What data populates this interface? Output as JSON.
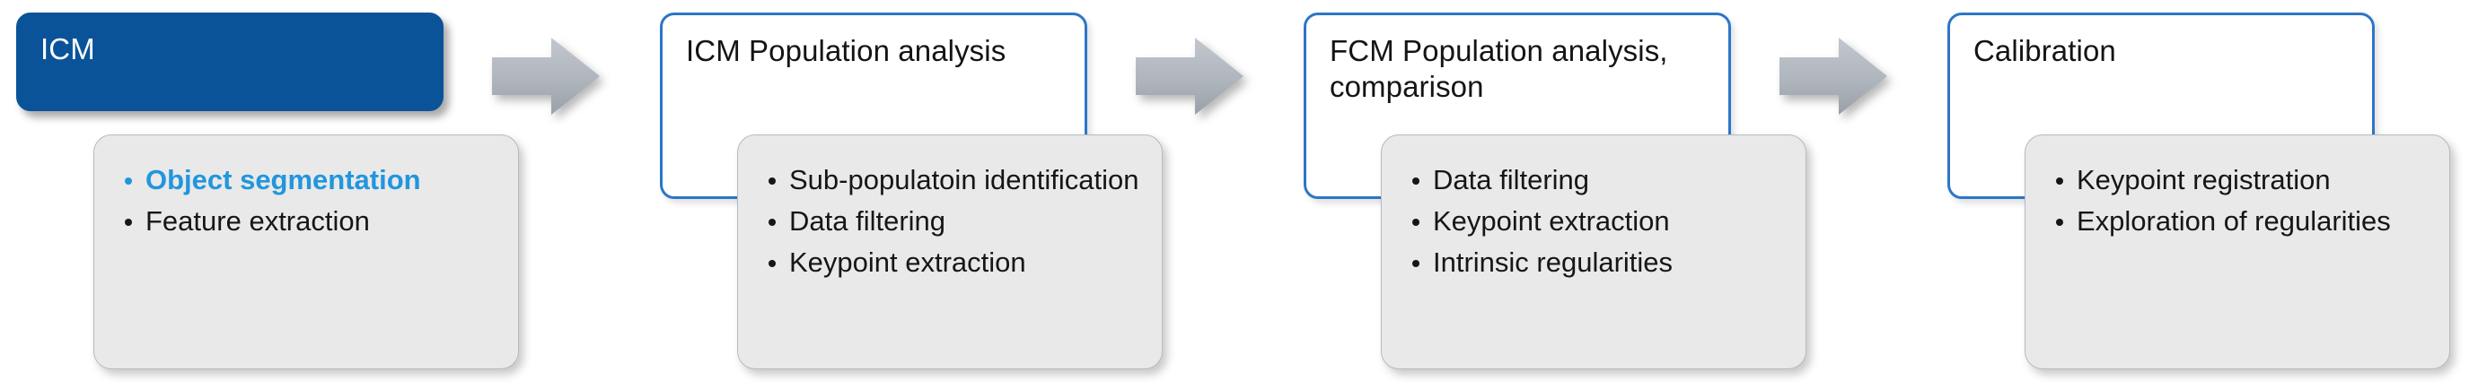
{
  "diagram": {
    "type": "workflow-pipeline",
    "title": "",
    "accent_blue": "#2196DD",
    "header_fill_blue": "#0B5399",
    "header_outline_blue": "#2E75C8",
    "card_gray": "#E9E9E9",
    "arrow_gray": "#AFB5BD",
    "arrow_icon": "right-block-arrow-icon",
    "stages": [
      {
        "id": "icm",
        "title": "ICM",
        "style": "filled",
        "bullets": [
          {
            "text": "Object segmentation",
            "accent": true
          },
          {
            "text": "Feature extraction",
            "accent": false
          }
        ]
      },
      {
        "id": "icm-population-analysis",
        "title": "ICM Population analysis",
        "style": "outlined",
        "bullets": [
          {
            "text": "Sub-populatoin identification",
            "accent": false
          },
          {
            "text": "Data filtering",
            "accent": false
          },
          {
            "text": "Keypoint extraction",
            "accent": false
          }
        ]
      },
      {
        "id": "fcm-population-analysis",
        "title": "FCM Population analysis, comparison",
        "style": "outlined",
        "bullets": [
          {
            "text": "Data filtering",
            "accent": false
          },
          {
            "text": "Keypoint extraction",
            "accent": false
          },
          {
            "text": "Intrinsic regularities",
            "accent": false
          }
        ]
      },
      {
        "id": "calibration",
        "title": "Calibration",
        "style": "outlined",
        "bullets": [
          {
            "text": "Keypoint registration",
            "accent": false
          },
          {
            "text": "Exploration of regularities",
            "accent": false
          }
        ]
      }
    ],
    "arrows": [
      {
        "id": "arrow-1",
        "label": ""
      },
      {
        "id": "arrow-2",
        "label": ""
      },
      {
        "id": "arrow-3",
        "label": ""
      }
    ]
  }
}
